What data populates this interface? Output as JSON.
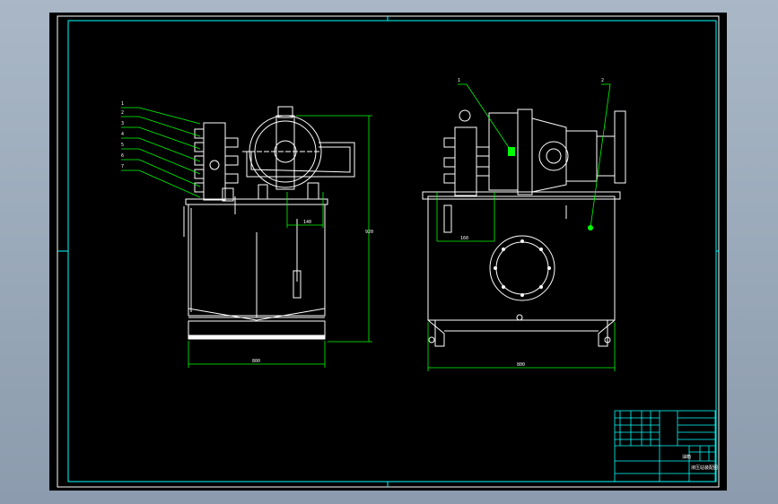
{
  "view_area": {
    "background": "#000000",
    "frame_color": "#ffffff",
    "border_color": "#00ffff",
    "geometry_color": "#ffffff",
    "dimension_color": "#00ff00",
    "leader_color": "#00ff00"
  },
  "left_view": {
    "leader_labels": [
      "1",
      "2",
      "3",
      "4",
      "5",
      "6",
      "7"
    ],
    "dims": {
      "width": "800",
      "height": "920",
      "inner": "140"
    }
  },
  "right_view": {
    "leader_labels": [
      "1",
      "2"
    ],
    "dims": {
      "width": "800",
      "inner": "160"
    }
  },
  "title_block": {
    "drawing_no": "油箱",
    "title": "液压站装配图"
  }
}
